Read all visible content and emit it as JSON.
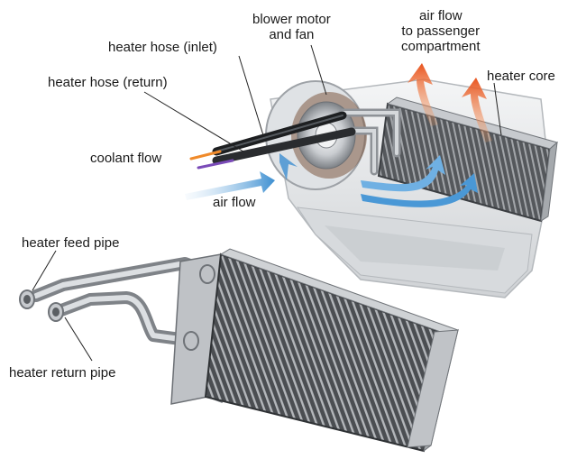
{
  "labels": {
    "blower_motor": [
      "blower motor",
      "and fan"
    ],
    "air_flow_passenger": [
      "air flow",
      "to passenger",
      "compartment"
    ],
    "heater_hose_inlet": "heater hose (inlet)",
    "heater_hose_return": "heater hose (return)",
    "heater_core": "heater core",
    "coolant_flow": "coolant flow",
    "air_flow": "air flow",
    "heater_feed_pipe": "heater feed pipe",
    "heater_return_pipe": "heater return pipe"
  },
  "colors": {
    "hot_air_arrow": "#e8531e",
    "cool_air_arrow": "#3d8fd1",
    "coolant_hot": "#f08a2a",
    "coolant_cold": "#7a4bb8",
    "housing": "#e6e7e9",
    "core_fins": "#6b6e72",
    "pipe": "#b9bcc0",
    "text": "#1a1a1a"
  }
}
